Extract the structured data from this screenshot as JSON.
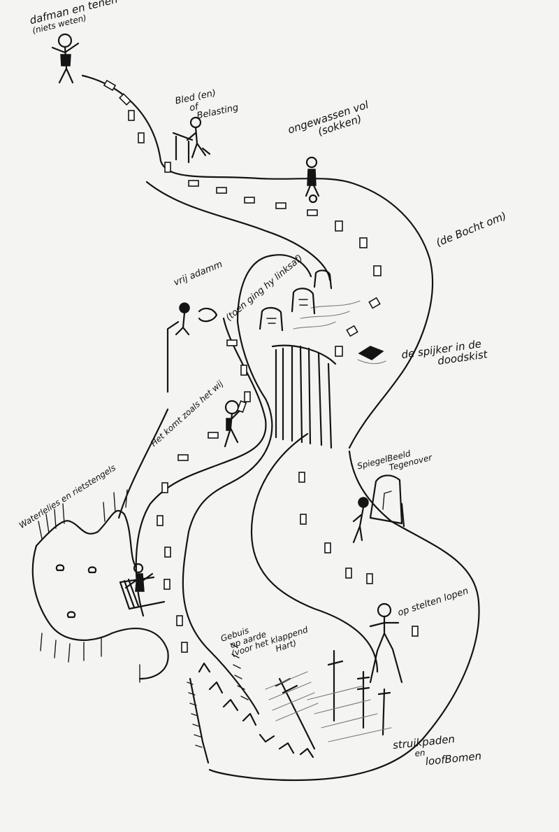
{
  "drawing": {
    "description": "Hand-drawn road of life sketch with stick figures and handwritten Dutch annotations",
    "ink_color": "#141414",
    "paper_color": "#f4f4f2"
  },
  "labels": {
    "start": [
      "dafman en tenen",
      "(niets weten)"
    ],
    "desk": [
      "Bled (en)",
      "of",
      "Belasting"
    ],
    "socks": [
      "ongewassen vol",
      "(sokken)"
    ],
    "bend": "(de Bocht om)",
    "free": "vrij adamm",
    "turn_left": "(toen ging hy linksaf)",
    "nail": [
      "de spijker in de",
      "doodskist"
    ],
    "comes": "Het komt zoals het wij",
    "swamp": "Waterlelies en rietstengels",
    "mirror": [
      "SpiegelBeeld",
      "Tegenover"
    ],
    "stilts": "op stelten lopen",
    "ground": [
      "Gebuis",
      "op aarde",
      "(voor het klappend",
      "Hart)"
    ],
    "thorns": [
      "struikpaden",
      "en",
      "loofBomen"
    ]
  },
  "icons": [
    "stick-figure-start",
    "stick-figure-desk",
    "stick-figure-socks",
    "stick-figure-free",
    "stick-figure-walking",
    "stick-figure-mirror",
    "stick-figure-stilts",
    "stick-figure-swamp",
    "gravestone",
    "open-book",
    "mirror",
    "cliff",
    "water-lily",
    "thorn-bush",
    "tree"
  ]
}
